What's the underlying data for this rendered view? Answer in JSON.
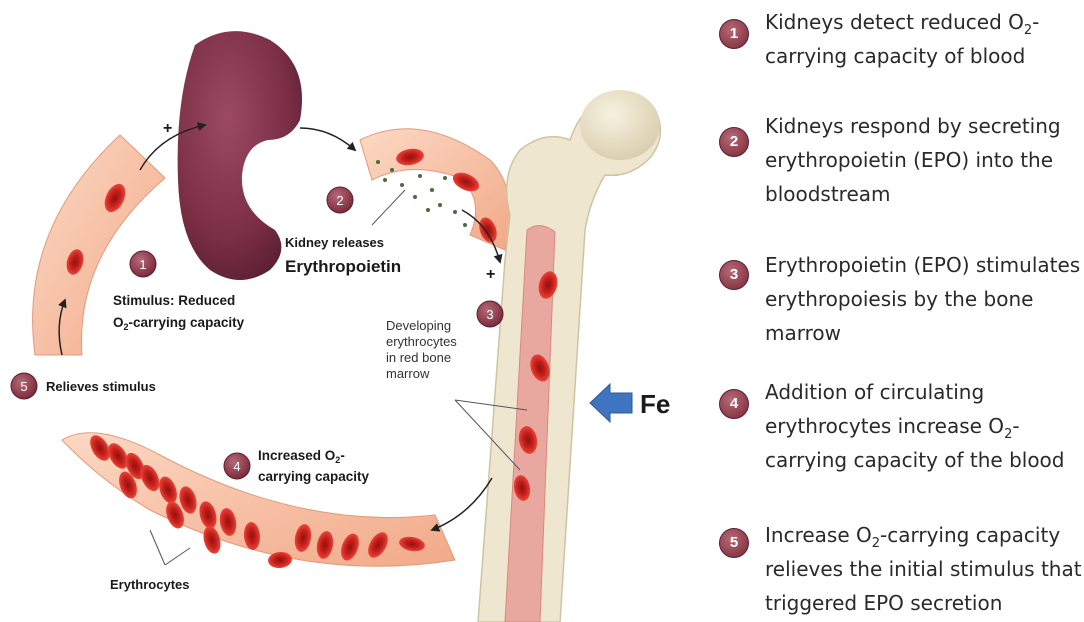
{
  "diagram": {
    "plus_top": "+",
    "plus_right": "+",
    "stimulus_line1": "Stimulus:  Reduced",
    "stimulus_line2_pre": "O",
    "stimulus_line2_sub": "2",
    "stimulus_line2_post": "-carrying  capacity",
    "kidney_releases": "Kidney releases",
    "erythropoietin": "Erythropoietin",
    "developing_1": "Developing",
    "developing_2": "erythrocytes",
    "developing_3": "in red bone",
    "developing_4": "marrow",
    "relieves": "Relieves stimulus",
    "increased_1_pre": "Increased O",
    "increased_1_sub": "2",
    "increased_1_post": "-",
    "increased_2": "carrying  capacity",
    "erythrocytes": "Erythrocytes",
    "fe": "Fe",
    "badges": [
      "1",
      "2",
      "3",
      "4",
      "5"
    ]
  },
  "steps": [
    {
      "num": "1",
      "line1_pre": "Kidneys detect reduced O",
      "line1_sub": "2",
      "line1_post": "-",
      "line2": "carrying capacity of blood"
    },
    {
      "num": "2",
      "lines": [
        "Kidneys respond by secreting",
        "erythropoietin (EPO) into the",
        "bloodstream"
      ]
    },
    {
      "num": "3",
      "lines": [
        "Erythropoietin (EPO) stimulates",
        "erythropoiesis by the bone",
        "marrow"
      ]
    },
    {
      "num": "4",
      "line1": "Addition of circulating",
      "line2_pre": "erythrocytes increase O",
      "line2_sub": "2",
      "line2_post": "-",
      "line3": "carrying capacity of the blood"
    },
    {
      "num": "5",
      "line1_pre": "Increase O",
      "line1_sub": "2",
      "line1_post": "-carrying capacity",
      "line2": "relieves the initial stimulus that",
      "line3": "triggered EPO secretion"
    }
  ],
  "colors": {
    "vessel": "#f6c4a8",
    "vessel_edge": "#e49a7a",
    "rbc": "#c8201c",
    "kidney": "#7a2e46",
    "bone": "#efe6cf",
    "marrow": "#e8a8a0",
    "badge": "#8c3a4a",
    "fe_arrow": "#3f74c0"
  }
}
